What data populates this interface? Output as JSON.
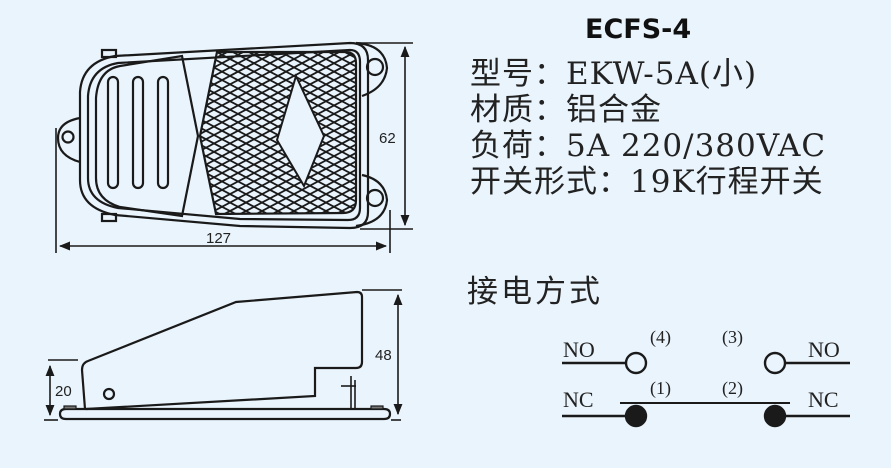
{
  "model": "ECFS-4",
  "specs": [
    {
      "label": "型号：",
      "value": "EKW-5A(小)"
    },
    {
      "label": "材质：",
      "value": "铝合金"
    },
    {
      "label": "负荷：",
      "value": "5A 220/380VAC"
    },
    {
      "label": "开关形式：",
      "value": "19K行程开关"
    }
  ],
  "top_view": {
    "width_dim": "127",
    "height_dim": "62"
  },
  "side_view": {
    "height_dim": "48",
    "front_height_dim": "20"
  },
  "wiring": {
    "title": "接电方式",
    "no_left": "NO",
    "no_right": "NO",
    "nc_left": "NC",
    "nc_right": "NC",
    "terminal_4": "(4)",
    "terminal_3": "(3)",
    "terminal_1": "(1)",
    "terminal_2": "(2)"
  },
  "colors": {
    "background": "#eaf4fc",
    "line": "#1a1a1a"
  }
}
